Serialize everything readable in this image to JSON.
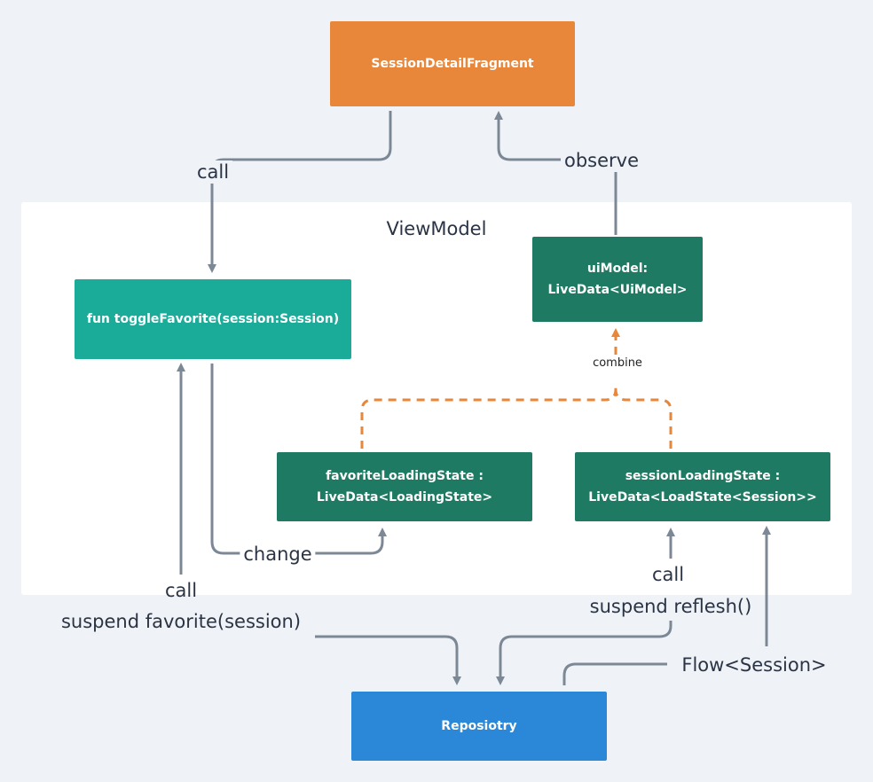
{
  "diagram": {
    "panel_title": "ViewModel",
    "nodes": {
      "fragment": "SessionDetailFragment",
      "toggle": "fun toggleFavorite(session:Session)",
      "ui_model_line1": "uiModel:",
      "ui_model_line2": "LiveData<UiModel>",
      "favorite_state_line1": "favoriteLoadingState :",
      "favorite_state_line2": "LiveData<LoadingState>",
      "session_state_line1": "sessionLoadingState :",
      "session_state_line2": "LiveData<LoadState<Session>>",
      "repository": "Reposiotry"
    },
    "edges": {
      "call_top": "call",
      "observe": "observe",
      "combine": "combine",
      "change": "change",
      "call_left": "call",
      "suspend_favorite": "suspend favorite(session)",
      "call_right": "call",
      "suspend_reflesh": "suspend reflesh()",
      "flow_session": "Flow<Session>"
    },
    "colors": {
      "fragment": "#e8873a",
      "toggle": "#1aab99",
      "state": "#1e7a63",
      "repository": "#2b87d8",
      "arrow": "#7d8896",
      "combine_arrow": "#e8873a"
    }
  }
}
